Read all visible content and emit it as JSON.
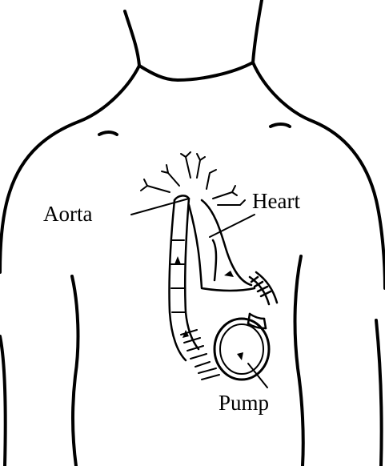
{
  "labels": {
    "aorta": "Aorta",
    "heart": "Heart",
    "pump": "Pump"
  },
  "colors": {
    "ink": "#000000",
    "background": "#ffffff"
  }
}
